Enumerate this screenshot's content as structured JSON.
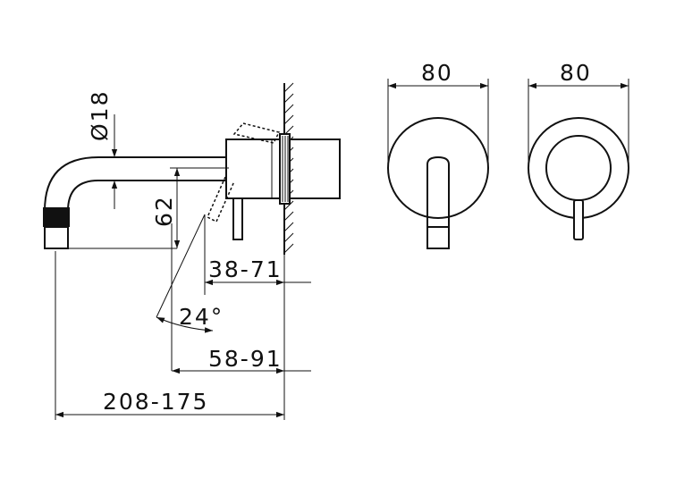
{
  "dimensions": {
    "diameter": "Ø18",
    "height": "62",
    "range_1": "38-71",
    "angle": "24°",
    "range_2": "58-91",
    "spout_length": "208-175",
    "plate_width_1": "80",
    "plate_width_2": "80"
  }
}
